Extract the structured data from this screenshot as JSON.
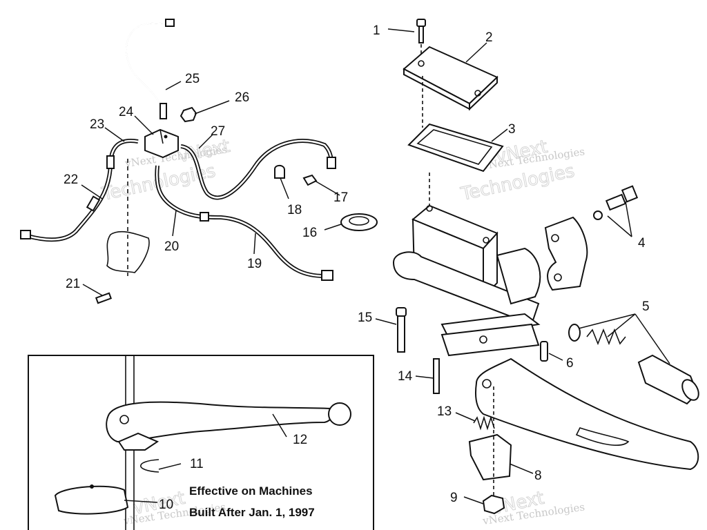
{
  "callouts": [
    "1",
    "2",
    "3",
    "4",
    "5",
    "6",
    "8",
    "9",
    "10",
    "11",
    "12",
    "13",
    "14",
    "15",
    "16",
    "17",
    "18",
    "19",
    "20",
    "21",
    "22",
    "23",
    "24",
    "25",
    "26",
    "27"
  ],
  "inset_note": {
    "line1": "Effective on Machines",
    "line2": "Built After Jan. 1, 1997"
  },
  "watermark": {
    "line1": "vNext Technologies",
    "line2": "Technologies",
    "line3": "vNext"
  },
  "colors": {
    "ink": "#111111",
    "paper": "#ffffff",
    "watermark": "#c8c8c8"
  }
}
